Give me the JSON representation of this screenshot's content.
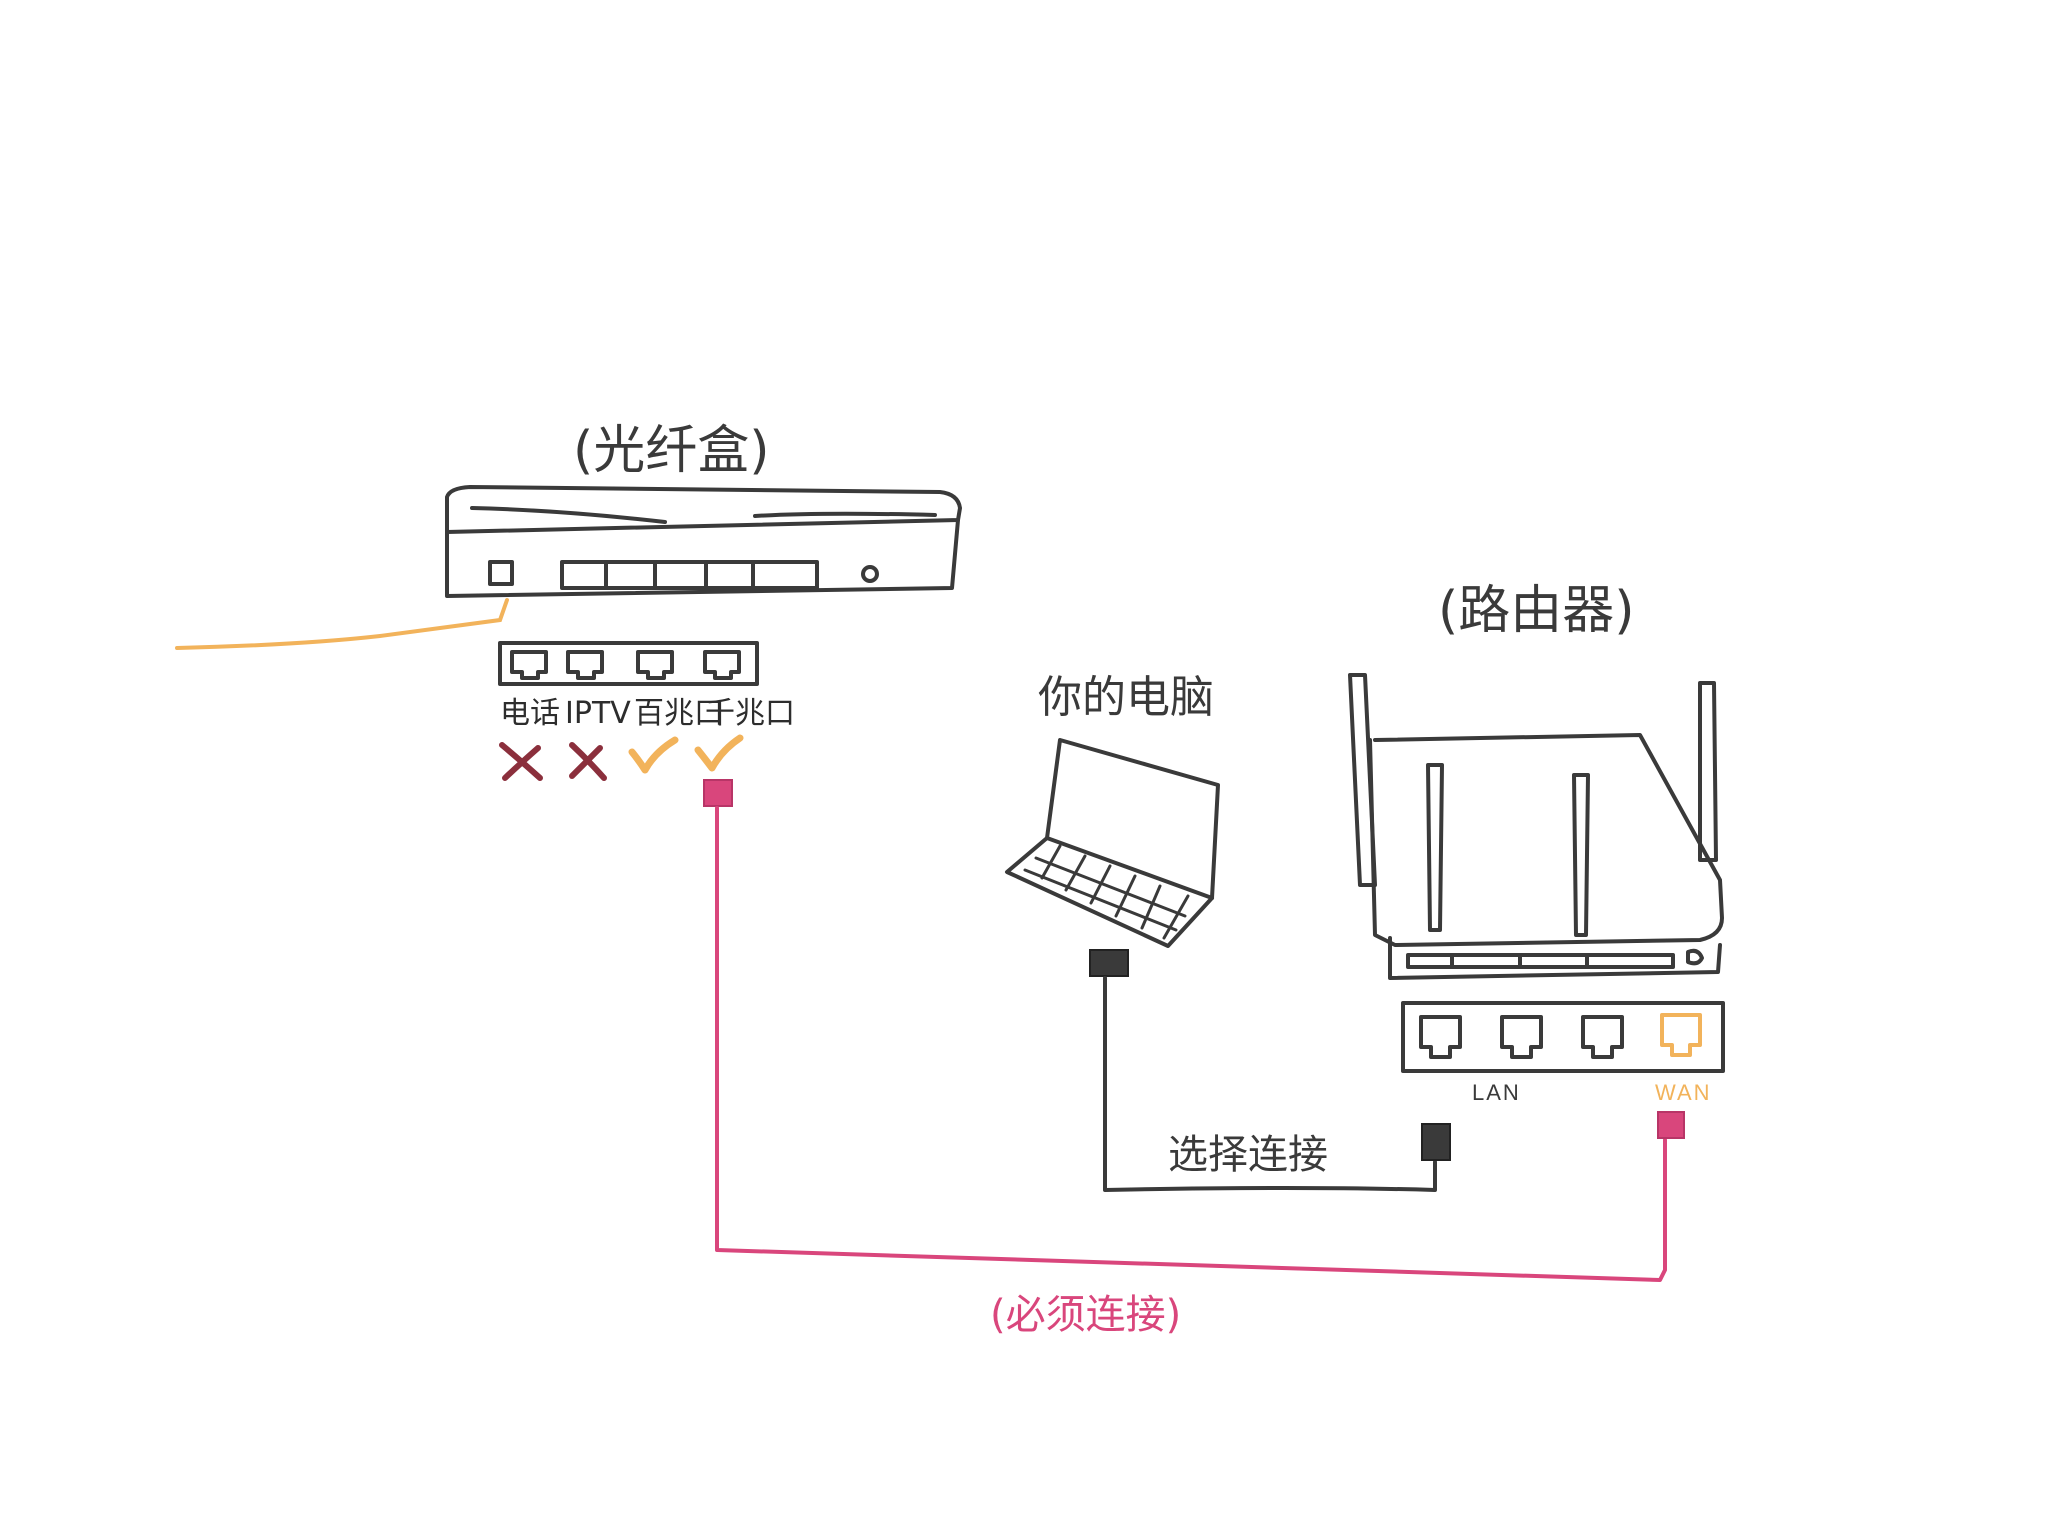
{
  "diagram": {
    "modem": {
      "title": "(光纤盒)",
      "ports": [
        {
          "label": "电话",
          "status": "cross"
        },
        {
          "label": "IPTV",
          "status": "cross"
        },
        {
          "label": "百兆口",
          "status": "check"
        },
        {
          "label": "千兆口",
          "status": "check"
        }
      ]
    },
    "laptop": {
      "title": "你的电脑"
    },
    "router": {
      "title": "(路由器)",
      "lan_label": "LAN",
      "wan_label": "WAN"
    },
    "connections": {
      "optional_label": "选择连接",
      "required_label": "(必须连接)"
    },
    "colors": {
      "ink": "#3a3a3a",
      "fiber": "#f2b35b",
      "required": "#d9467c",
      "cross": "#8b2f3c",
      "check": "#f2b35b",
      "optional_plug": "#3a3a3a"
    }
  }
}
